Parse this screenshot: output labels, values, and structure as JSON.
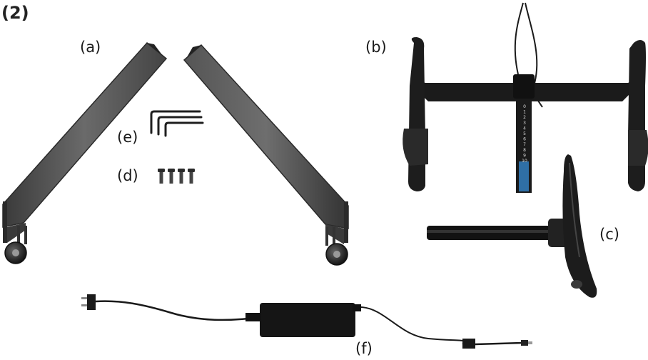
{
  "step_number": "(2)",
  "parts": {
    "a": {
      "label": "(a)"
    },
    "b": {
      "label": "(b)"
    },
    "c": {
      "label": "(c)"
    },
    "d": {
      "label": "(d)"
    },
    "e": {
      "label": "(e)"
    },
    "f": {
      "label": "(f)"
    }
  },
  "stem_scale": [
    "0",
    "1",
    "2",
    "3",
    "4",
    "5",
    "6",
    "7",
    "8",
    "9",
    "10"
  ],
  "colors": {
    "arm_metal": "#5e5e5e",
    "arm_edge": "#2e2e2e",
    "handlebar": "#1b1b1b",
    "scale_accent": "#2f6fa6"
  }
}
